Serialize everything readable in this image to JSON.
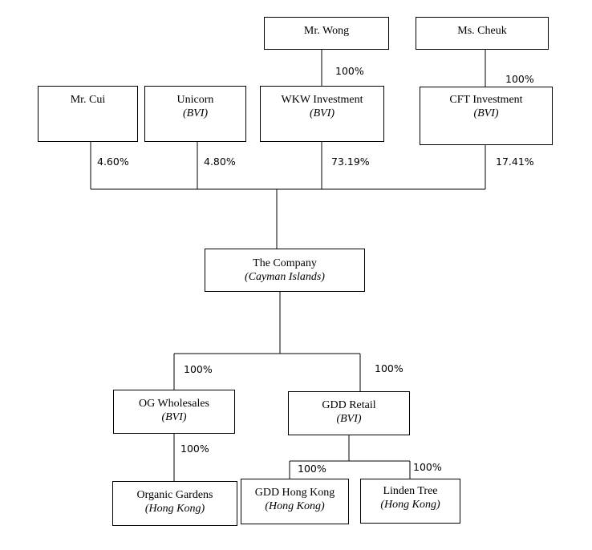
{
  "entities": {
    "mr_wong": {
      "name": "Mr. Wong",
      "jurisdiction": ""
    },
    "ms_cheuk": {
      "name": "Ms. Cheuk",
      "jurisdiction": ""
    },
    "mr_cui": {
      "name": "Mr. Cui",
      "jurisdiction": ""
    },
    "unicorn": {
      "name": "Unicorn",
      "jurisdiction": "(BVI)"
    },
    "wkw": {
      "name": "WKW Investment",
      "jurisdiction": "(BVI)"
    },
    "cft": {
      "name": "CFT Investment",
      "jurisdiction": "(BVI)"
    },
    "company": {
      "name": "The Company",
      "jurisdiction": "(Cayman Islands)"
    },
    "og_wholesales": {
      "name": "OG Wholesales",
      "jurisdiction": "(BVI)"
    },
    "gdd_retail": {
      "name": "GDD Retail",
      "jurisdiction": "(BVI)"
    },
    "organic_gardens": {
      "name": "Organic Gardens",
      "jurisdiction": "(Hong Kong)"
    },
    "gdd_hk": {
      "name": "GDD Hong Kong",
      "jurisdiction": "(Hong Kong)"
    },
    "linden_tree": {
      "name": "Linden Tree",
      "jurisdiction": "(Hong Kong)"
    }
  },
  "ownership": {
    "wong_wkw": "100%",
    "cheuk_cft": "100%",
    "cui_company": "4.60%",
    "unicorn_company": "4.80%",
    "wkw_company": "73.19%",
    "cft_company": "17.41%",
    "company_og": "100%",
    "company_gdd": "100%",
    "og_organic": "100%",
    "gdd_hk": "100%",
    "gdd_linden": "100%"
  }
}
